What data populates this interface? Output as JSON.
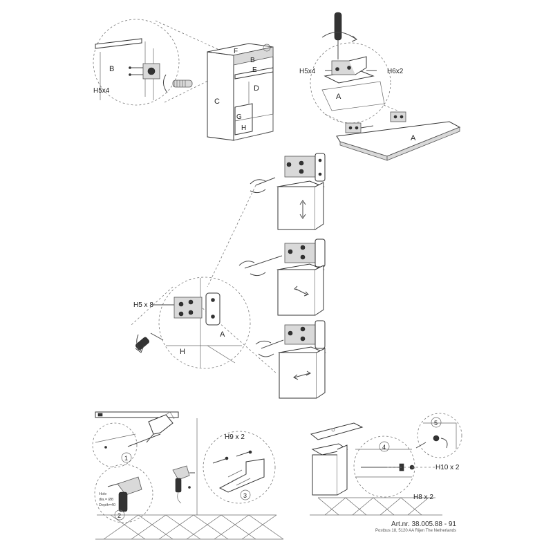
{
  "panels": {
    "top_left": {
      "zoom_label_b": "B",
      "screw_label": "H5x4",
      "cabinet_labels": [
        "F",
        "B",
        "E",
        "C",
        "D",
        "G",
        "H"
      ]
    },
    "top_right": {
      "screw_label_left": "H5x4",
      "screw_label_right": "H6x2",
      "board_label_zoom": "A",
      "board_label": "A"
    },
    "middle": {
      "screw_label": "H5 x 8",
      "zoom_label_a": "A",
      "zoom_label_h": "H"
    },
    "bottom_left": {
      "step_1": "1",
      "step_2": "2",
      "step_3": "3",
      "drill_note_lines": [
        "Hole",
        "dia.= Ø8",
        "Depth=40"
      ],
      "screw_label": "H9 x 2"
    },
    "bottom_right": {
      "step_4": "4",
      "step_5": "5",
      "screw_label_1": "H10 x 2",
      "screw_label_2": "H8 x 2"
    }
  },
  "footer": {
    "article_number": "Art.nr. 38.005.88 - 91",
    "address": "Postbus 18, 5120 AA Rijen The Netherlands"
  },
  "icons": [
    "screwdriver-icon",
    "drill-icon",
    "hand-with-pencil-icon",
    "spirit-level-icon",
    "rotation-arrow-icon",
    "move-arrow-icon"
  ]
}
